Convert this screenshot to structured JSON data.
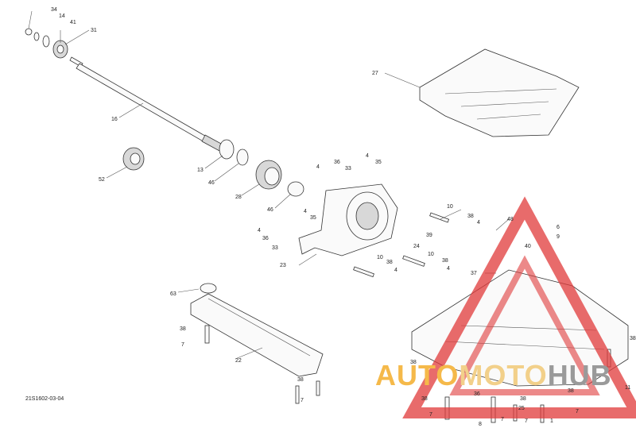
{
  "diagram": {
    "reference_code": "21S1602-03-04",
    "callouts": [
      {
        "id": "c34a",
        "text": "34"
      },
      {
        "id": "c14",
        "text": "14"
      },
      {
        "id": "c41",
        "text": "41"
      },
      {
        "id": "c31",
        "text": "31"
      },
      {
        "id": "c16",
        "text": "16"
      },
      {
        "id": "c27",
        "text": "27"
      },
      {
        "id": "c52",
        "text": "52"
      },
      {
        "id": "c13",
        "text": "13"
      },
      {
        "id": "c46a",
        "text": "46"
      },
      {
        "id": "c28",
        "text": "28"
      },
      {
        "id": "c46b",
        "text": "46"
      },
      {
        "id": "c4a",
        "text": "4"
      },
      {
        "id": "c36a",
        "text": "36"
      },
      {
        "id": "c33a",
        "text": "33"
      },
      {
        "id": "c4b",
        "text": "4"
      },
      {
        "id": "c35a",
        "text": "35"
      },
      {
        "id": "c4c",
        "text": "4"
      },
      {
        "id": "c35b",
        "text": "35"
      },
      {
        "id": "c4d",
        "text": "4"
      },
      {
        "id": "c36b",
        "text": "36"
      },
      {
        "id": "c33b",
        "text": "33"
      },
      {
        "id": "c23",
        "text": "23"
      },
      {
        "id": "c10a",
        "text": "10"
      },
      {
        "id": "c38a",
        "text": "38"
      },
      {
        "id": "c4e",
        "text": "4"
      },
      {
        "id": "c39",
        "text": "39"
      },
      {
        "id": "c24",
        "text": "24"
      },
      {
        "id": "c10b",
        "text": "10"
      },
      {
        "id": "c38b",
        "text": "38"
      },
      {
        "id": "c4f",
        "text": "4"
      },
      {
        "id": "c10c",
        "text": "10"
      },
      {
        "id": "c38c",
        "text": "38"
      },
      {
        "id": "c4g",
        "text": "4"
      },
      {
        "id": "c48",
        "text": "48"
      },
      {
        "id": "c6",
        "text": "6"
      },
      {
        "id": "c9",
        "text": "9"
      },
      {
        "id": "c40",
        "text": "40"
      },
      {
        "id": "c37",
        "text": "37"
      },
      {
        "id": "c63",
        "text": "63"
      },
      {
        "id": "c38d",
        "text": "38"
      },
      {
        "id": "c7a",
        "text": "7"
      },
      {
        "id": "c22",
        "text": "22"
      },
      {
        "id": "c38e",
        "text": "38"
      },
      {
        "id": "c7b",
        "text": "7"
      },
      {
        "id": "c38f",
        "text": "38"
      },
      {
        "id": "c38g",
        "text": "38"
      },
      {
        "id": "c11",
        "text": "11"
      },
      {
        "id": "c38h",
        "text": "38"
      },
      {
        "id": "c7c",
        "text": "7"
      },
      {
        "id": "c36c",
        "text": "36"
      },
      {
        "id": "c38i",
        "text": "38"
      },
      {
        "id": "c38j",
        "text": "38"
      },
      {
        "id": "c25",
        "text": "25"
      },
      {
        "id": "c7d",
        "text": "7"
      },
      {
        "id": "c8",
        "text": "8"
      },
      {
        "id": "c7e",
        "text": "7"
      },
      {
        "id": "c1",
        "text": "1"
      },
      {
        "id": "c7f",
        "text": "7"
      }
    ]
  },
  "watermark": {
    "part1": "AUTO",
    "part2": "MOTO",
    "part3": "HUB",
    "triangle_color": "#e03a3a"
  }
}
